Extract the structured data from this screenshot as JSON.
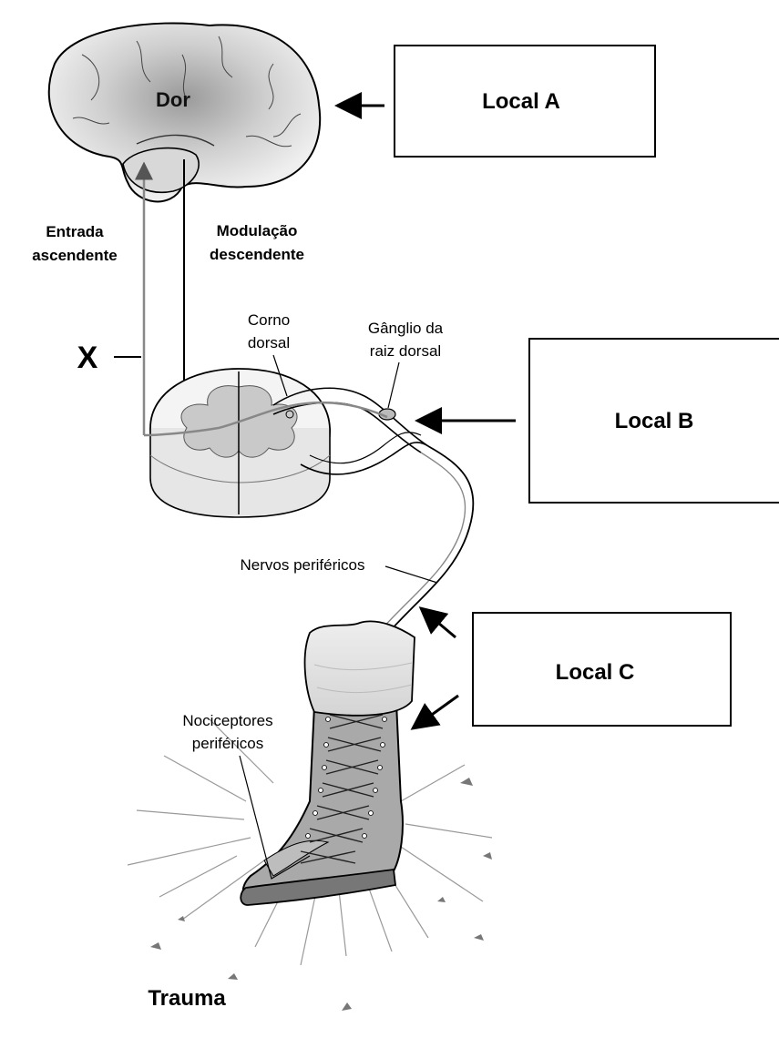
{
  "labels": {
    "pain": "Dor",
    "local_a": "Local A",
    "local_b": "Local B",
    "local_c": "Local C",
    "ascending_line1": "Entrada",
    "ascending_line2": "ascendente",
    "descending_line1": "Modulação",
    "descending_line2": "descendente",
    "x_marker": "X",
    "dorsal_horn_line1": "Corno",
    "dorsal_horn_line2": "dorsal",
    "ganglion_line1": "Gânglio da",
    "ganglion_line2": "raiz dorsal",
    "peripheral_nerves": "Nervos periféricos",
    "nociceptors_line1": "Nociceptores",
    "nociceptors_line2": "periféricos",
    "trauma": "Trauma"
  },
  "colors": {
    "line": "#000000",
    "pathway": "#888888",
    "brain_fill": "#e4e4e4",
    "brain_center": "#9a9a9a",
    "tissue": "#dcdcdc",
    "boot": "#a9a9a9"
  }
}
